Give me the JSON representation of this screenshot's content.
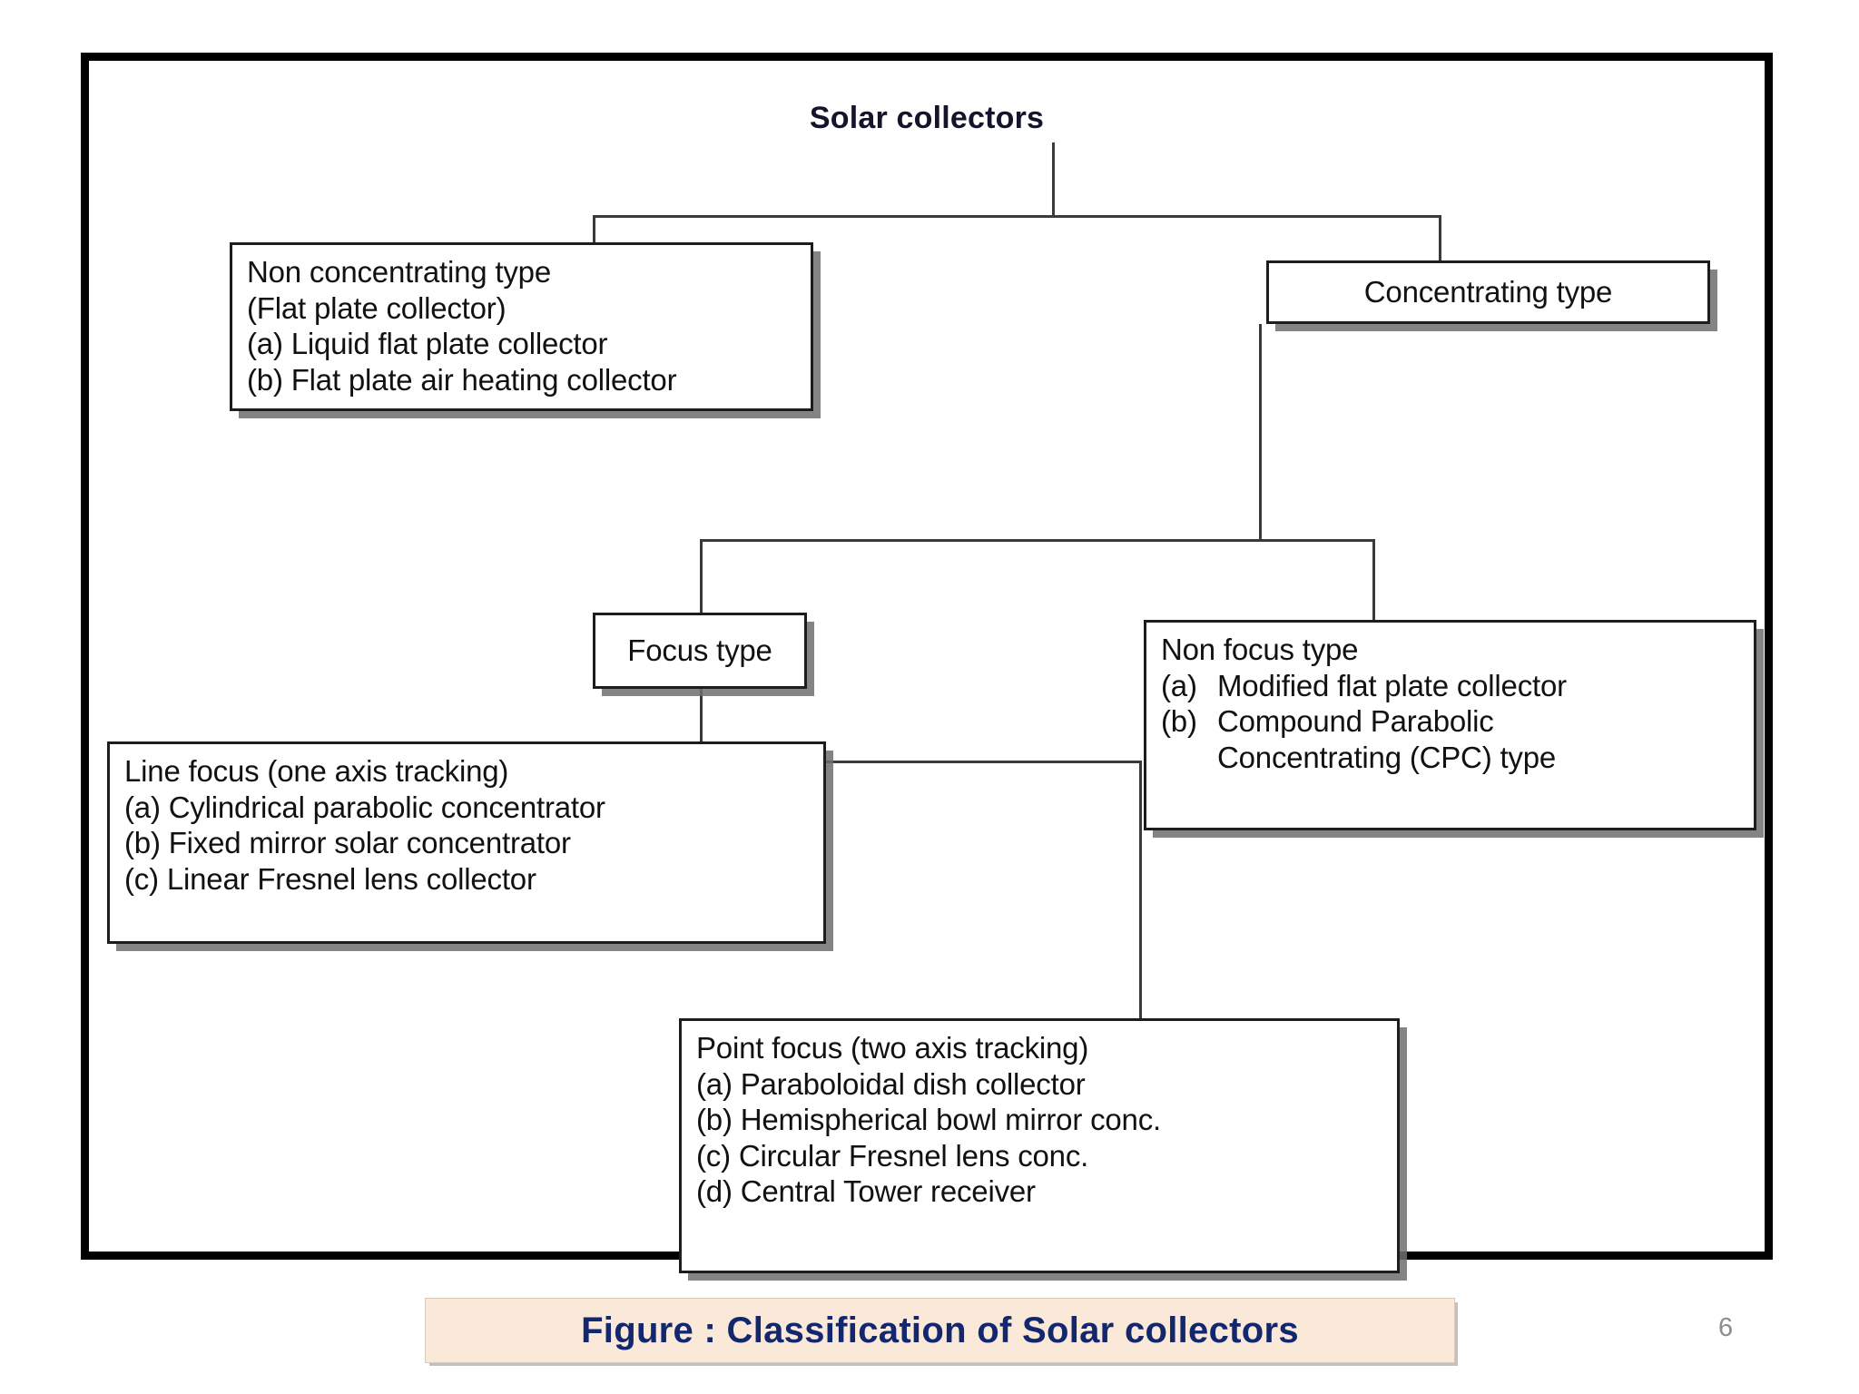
{
  "slide": {
    "page_number": "6",
    "caption": "Figure : Classification of Solar collectors",
    "caption_bg": "#fae8d8",
    "caption_color": "#12276e",
    "frame_border_color": "#000000"
  },
  "diagram": {
    "title": "Solar collectors",
    "type": "tree",
    "nodes": {
      "root": {
        "label": "Solar collectors"
      },
      "non_concentrating": {
        "lines": [
          "Non concentrating type",
          "(Flat plate collector)",
          "(a) Liquid flat plate collector",
          "(b) Flat plate air heating collector"
        ]
      },
      "concentrating": {
        "label": "Concentrating type"
      },
      "focus_type": {
        "label": "Focus type"
      },
      "non_focus_type": {
        "heading": "Non focus type",
        "items": [
          {
            "marker": "(a)",
            "text": "Modified flat plate collector"
          },
          {
            "marker": "(b)",
            "text": "Compound Parabolic"
          },
          {
            "marker": "",
            "text": "Concentrating (CPC) type"
          }
        ]
      },
      "line_focus": {
        "lines": [
          "Line focus (one axis tracking)",
          "(a) Cylindrical parabolic concentrator",
          "(b) Fixed mirror solar concentrator",
          "(c) Linear Fresnel lens collector"
        ]
      },
      "point_focus": {
        "lines": [
          "Point focus (two axis tracking)",
          "(a) Paraboloidal dish collector",
          "(b) Hemispherical bowl mirror conc.",
          "(c) Circular Fresnel lens conc.",
          "(d) Central Tower receiver"
        ]
      }
    }
  }
}
